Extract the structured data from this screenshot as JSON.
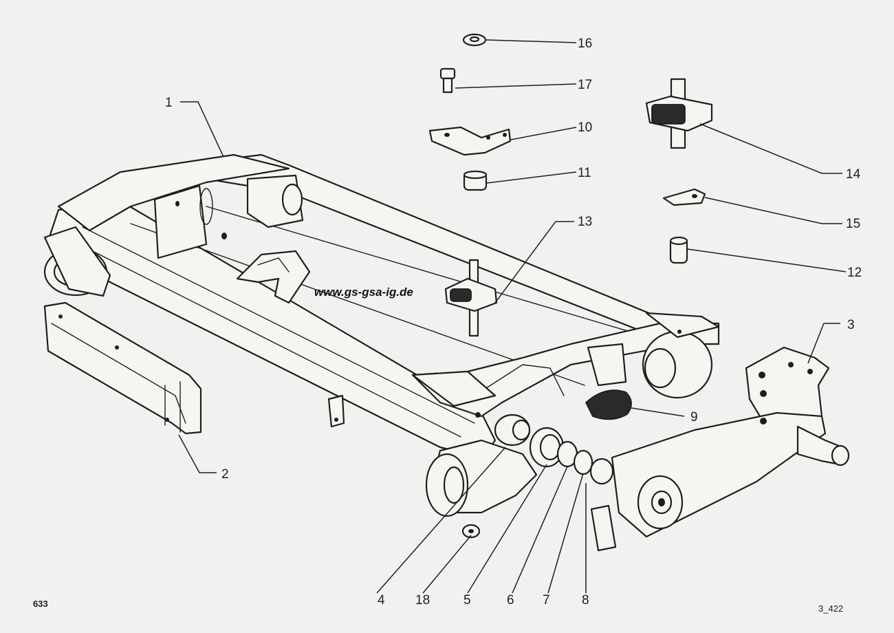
{
  "watermark": "www.gs-gsa-ig.de",
  "page_number": "633",
  "figure_ref": "3_422",
  "callouts": [
    "1",
    "2",
    "3",
    "4",
    "5",
    "6",
    "7",
    "8",
    "9",
    "10",
    "11",
    "12",
    "13",
    "14",
    "15",
    "16",
    "17",
    "18"
  ],
  "colors": {
    "ink": "#1e1e1e",
    "paper": "#f2f1ef"
  }
}
